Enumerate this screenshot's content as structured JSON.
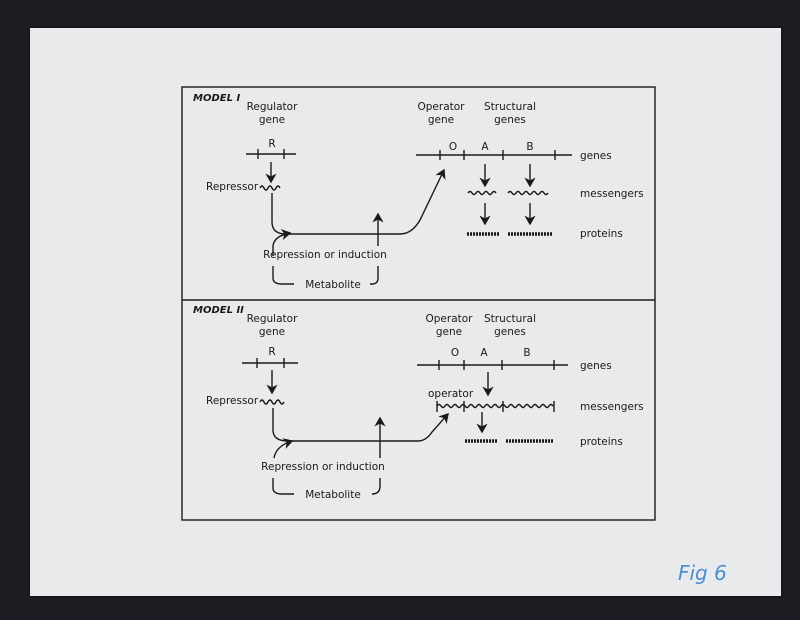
{
  "figure": {
    "handwritten_note": "Fig 6",
    "models": [
      {
        "title": "MODEL I",
        "regulator_label_1": "Regulator",
        "regulator_label_2": "gene",
        "regulator_gene": "R",
        "repressor_label": "Repressor",
        "operator_label_1": "Operator",
        "operator_label_2": "gene",
        "structural_label_1": "Structural",
        "structural_label_2": "genes",
        "gene_O": "O",
        "gene_A": "A",
        "gene_B": "B",
        "row_genes": "genes",
        "row_messengers": "messengers",
        "row_proteins": "proteins",
        "repression_label": "Repression or induction",
        "metabolite_label": "Metabolite"
      },
      {
        "title": "MODEL II",
        "regulator_label_1": "Regulator",
        "regulator_label_2": "gene",
        "regulator_gene": "R",
        "repressor_label": "Repressor",
        "operator_label_1": "Operator",
        "operator_label_2": "gene",
        "structural_label_1": "Structural",
        "structural_label_2": "genes",
        "gene_O": "O",
        "gene_A": "A",
        "gene_B": "B",
        "messenger_operator_label": "operator",
        "row_genes": "genes",
        "row_messengers": "messengers",
        "row_proteins": "proteins",
        "repression_label": "Repression or induction",
        "metabolite_label": "Metabolite"
      }
    ]
  }
}
